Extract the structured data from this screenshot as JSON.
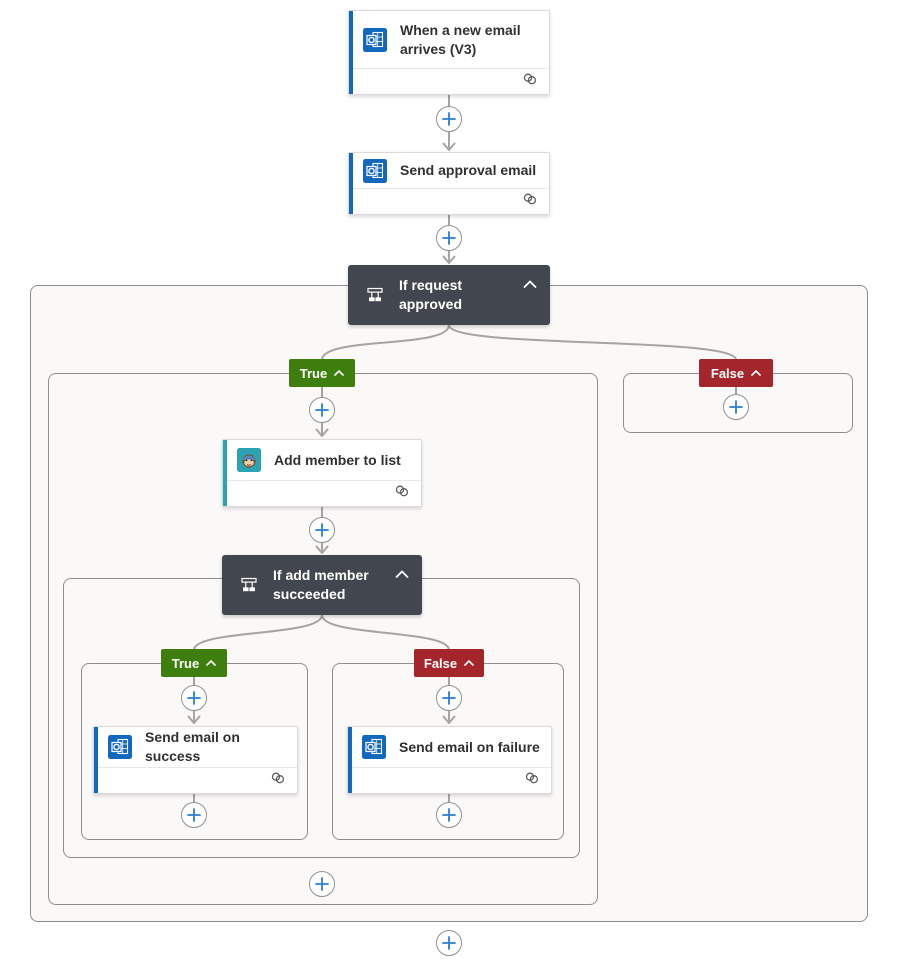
{
  "colors": {
    "outlook_blue": "#1268bf",
    "mailchimp_teal": "#2aa3b5",
    "condition_bg": "#42474f",
    "true_green": "#3d7e0e",
    "false_red": "#a4262c",
    "plus_blue": "#2b7cd3",
    "connector_gray": "#a6a4a2",
    "container_bg": "#faf9f8",
    "container_border": "#908e8c"
  },
  "trigger": {
    "title": "When a new email arrives (V3)",
    "icon": "outlook-icon"
  },
  "actions": {
    "send_approval": {
      "title": "Send approval email",
      "icon": "outlook-icon"
    },
    "add_member": {
      "title": "Add member to list",
      "icon": "mailchimp-icon"
    },
    "send_success": {
      "title": "Send email on success",
      "icon": "outlook-icon"
    },
    "send_failure": {
      "title": "Send email on failure",
      "icon": "outlook-icon"
    }
  },
  "conditions": {
    "request": {
      "title": "If request approved",
      "icon": "condition-icon"
    },
    "add_member": {
      "title": "If add member succeeded",
      "icon": "condition-icon"
    }
  },
  "branches": {
    "true_label": "True",
    "false_label": "False"
  }
}
